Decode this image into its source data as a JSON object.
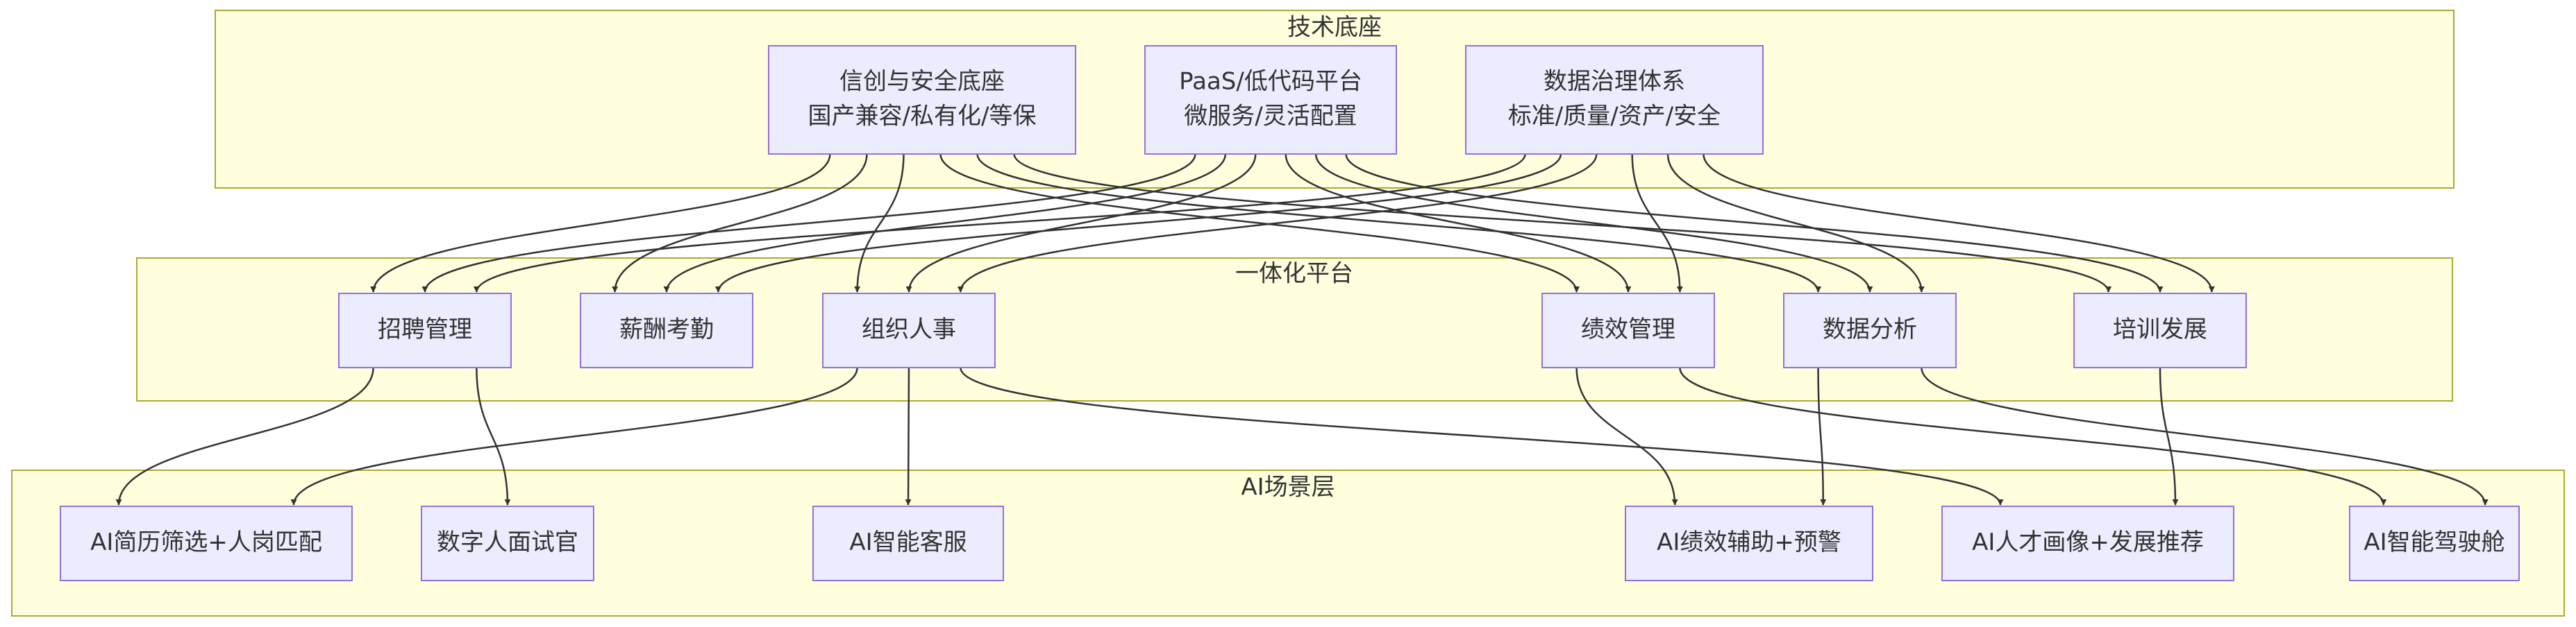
{
  "groups": {
    "tech_base": "技术底座",
    "platform": "一体化平台",
    "ai_layer": "AI场景层"
  },
  "nodes": {
    "xinchuang": [
      "信创与安全底座",
      "国产兼容/私有化/等保"
    ],
    "paas": [
      "PaaS/低代码平台",
      "微服务/灵活配置"
    ],
    "data_gov": [
      "数据治理体系",
      "标准/质量/资产/安全"
    ],
    "recruit": [
      "招聘管理"
    ],
    "payroll": [
      "薪酬考勤"
    ],
    "org": [
      "组织人事"
    ],
    "perf": [
      "绩效管理"
    ],
    "analytics": [
      "数据分析"
    ],
    "training": [
      "培训发展"
    ],
    "ai_resume": [
      "AI简历筛选+人岗匹配"
    ],
    "ai_interviewer": [
      "数字人面试官"
    ],
    "ai_service": [
      "AI智能客服"
    ],
    "ai_perf": [
      "AI绩效辅助+预警"
    ],
    "ai_talent": [
      "AI人才画像+发展推荐"
    ],
    "ai_cockpit": [
      "AI智能驾驶舱"
    ]
  },
  "edges": [
    [
      "xinchuang",
      "recruit"
    ],
    [
      "xinchuang",
      "payroll"
    ],
    [
      "xinchuang",
      "org"
    ],
    [
      "xinchuang",
      "perf"
    ],
    [
      "xinchuang",
      "analytics"
    ],
    [
      "xinchuang",
      "training"
    ],
    [
      "paas",
      "recruit"
    ],
    [
      "paas",
      "payroll"
    ],
    [
      "paas",
      "org"
    ],
    [
      "paas",
      "perf"
    ],
    [
      "paas",
      "analytics"
    ],
    [
      "paas",
      "training"
    ],
    [
      "data_gov",
      "recruit"
    ],
    [
      "data_gov",
      "payroll"
    ],
    [
      "data_gov",
      "org"
    ],
    [
      "data_gov",
      "perf"
    ],
    [
      "data_gov",
      "analytics"
    ],
    [
      "data_gov",
      "training"
    ],
    [
      "recruit",
      "ai_resume"
    ],
    [
      "recruit",
      "ai_interviewer"
    ],
    [
      "org",
      "ai_resume"
    ],
    [
      "org",
      "ai_service"
    ],
    [
      "org",
      "ai_talent"
    ],
    [
      "perf",
      "ai_perf"
    ],
    [
      "perf",
      "ai_cockpit"
    ],
    [
      "analytics",
      "ai_perf"
    ],
    [
      "analytics",
      "ai_cockpit"
    ],
    [
      "training",
      "ai_talent"
    ]
  ]
}
